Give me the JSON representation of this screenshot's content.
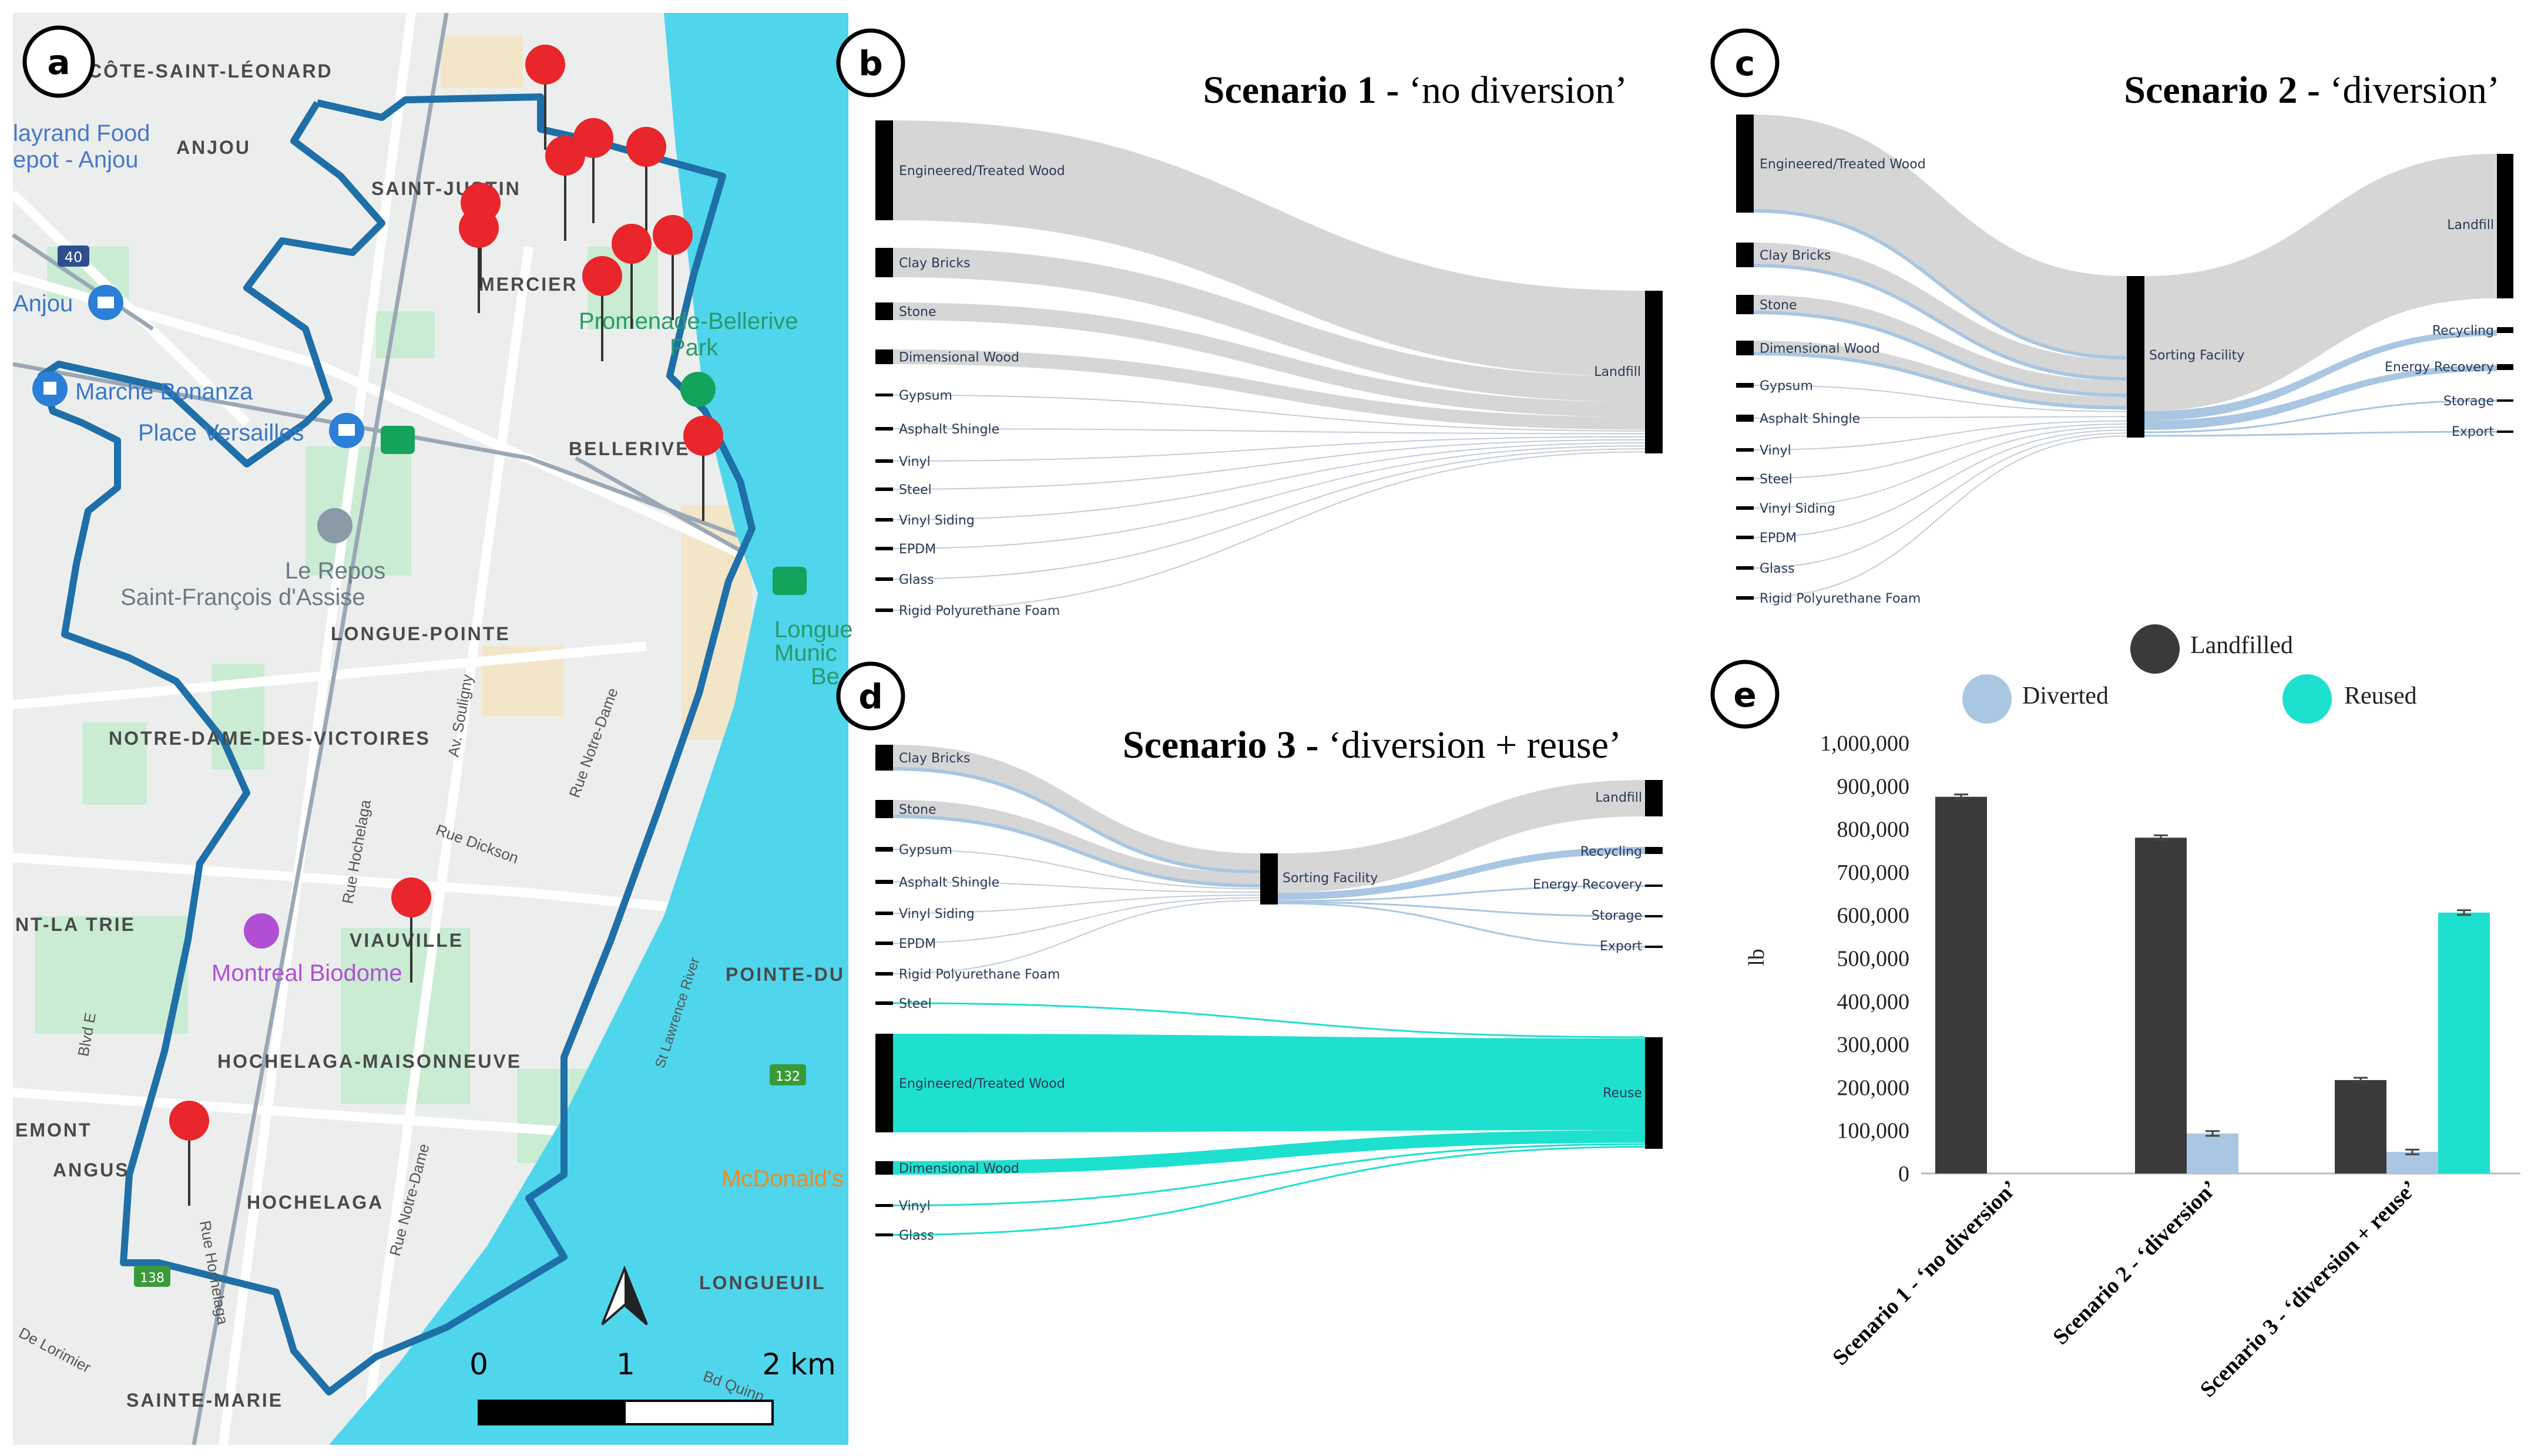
{
  "panels": {
    "a": "a",
    "b": "b",
    "c": "c",
    "d": "d",
    "e": "e"
  },
  "map": {
    "neighbourhoods": [
      "CÔTE-SAINT-LÉONARD",
      "ANJOU",
      "SAINT-JUSTIN",
      "MERCIER",
      "BELLERIVE",
      "LONGUE-POINTE",
      "NOTRE-DAME-DES-VICTOIRES",
      "VIAUVILLE",
      "HOCHELAGA-MAISONNEUVE",
      "HOCHELAGA",
      "ANGUS",
      "EMONT",
      "SAINTE-MARIE",
      "POINTE-DU",
      "LONGUEUIL",
      "NT-LA TRIE"
    ],
    "pois": {
      "food_depot": [
        "layrand Food",
        "epot - Anjou"
      ],
      "anjou": "Anjou",
      "marche": "Marché Bonanza",
      "place": "Place Versailles",
      "promenade": [
        "Promenade-Bellerive",
        "Park"
      ],
      "repos": [
        "Le Repos",
        "Saint-François d'Assise"
      ],
      "biodome": "Montreal Biodome",
      "mcdonalds": "McDonald's",
      "longue": [
        "Longue",
        "Munic",
        "Be"
      ]
    },
    "streets": [
      "Av. Souligny",
      "Rue Notre-Dame",
      "Rue Dickson",
      "Rue Hochelaga",
      "Rue Hochelaga",
      "Rue Notre-Dame",
      "St Lawrence River",
      "Blvd E",
      "Bd Quinn",
      "De Lorimier"
    ],
    "shields": [
      "40",
      "138",
      "132"
    ],
    "scale": {
      "zero": "0",
      "one": "1",
      "two": "2 km"
    },
    "colors": {
      "water": "#4fd6ec",
      "route": "#1f6fa8",
      "pin": "#e8262b",
      "land": "#eef0f0"
    }
  },
  "sankey_b": {
    "title_bold": "Scenario 1 - ",
    "title_normal": "‘no diversion’",
    "sources": [
      "Engineered/Treated Wood",
      "Clay Bricks",
      "Stone",
      "Dimensional Wood",
      "Gypsum",
      "Asphalt Shingle",
      "Vinyl",
      "Steel",
      "Vinyl Siding",
      "EPDM",
      "Glass",
      "Rigid Polyurethane Foam"
    ],
    "target": "Landfill"
  },
  "sankey_c": {
    "title_bold": "Scenario 2 - ",
    "title_normal": "‘diversion’",
    "sources": [
      "Engineered/Treated Wood",
      "Clay Bricks",
      "Stone",
      "Dimensional Wood",
      "Gypsum",
      "Asphalt Shingle",
      "Vinyl",
      "Steel",
      "Vinyl Siding",
      "EPDM",
      "Glass",
      "Rigid Polyurethane Foam"
    ],
    "middle": "Sorting Facility",
    "targets": [
      "Landfill",
      "Recycling",
      "Energy Recovery",
      "Storage",
      "Export"
    ]
  },
  "sankey_d": {
    "title_bold": "Scenario 3 - ",
    "title_normal": "‘diversion + reuse’",
    "sources": [
      "Clay Bricks",
      "Stone",
      "Gypsum",
      "Asphalt Shingle",
      "Vinyl Siding",
      "EPDM",
      "Rigid Polyurethane Foam",
      "Steel"
    ],
    "middle": "Sorting Facility",
    "targets": [
      "Landfill",
      "Recycling",
      "Energy Recovery",
      "Storage",
      "Export"
    ],
    "reuse_sources": [
      "Engineered/Treated Wood",
      "Dimensional Wood",
      "Vinyl",
      "Glass"
    ],
    "reuse_target": "Reuse"
  },
  "legend": {
    "landfilled": "Landfilled",
    "diverted": "Diverted",
    "reused": "Reused"
  },
  "chart_data": {
    "type": "bar",
    "categories": [
      "Scenario 1 - ‘no diversion’",
      "Scenario 2 - ‘diversion’",
      "Scenario 3 - ‘diversion + reuse’"
    ],
    "series": [
      {
        "name": "Landfilled",
        "values": [
          875000,
          780000,
          217000
        ],
        "color": "#3a3a3a"
      },
      {
        "name": "Diverted",
        "values": [
          0,
          93000,
          50000
        ],
        "color": "#a9c6e2"
      },
      {
        "name": "Reused",
        "values": [
          0,
          0,
          606000
        ],
        "color": "#1ee0cf"
      }
    ],
    "ylabel": "lb",
    "ylim": [
      0,
      1000000
    ],
    "yticks": [
      "0",
      "100,000",
      "200,000",
      "300,000",
      "400,000",
      "500,000",
      "600,000",
      "700,000",
      "800,000",
      "900,000",
      "1,000,000"
    ],
    "error_bars": true
  }
}
